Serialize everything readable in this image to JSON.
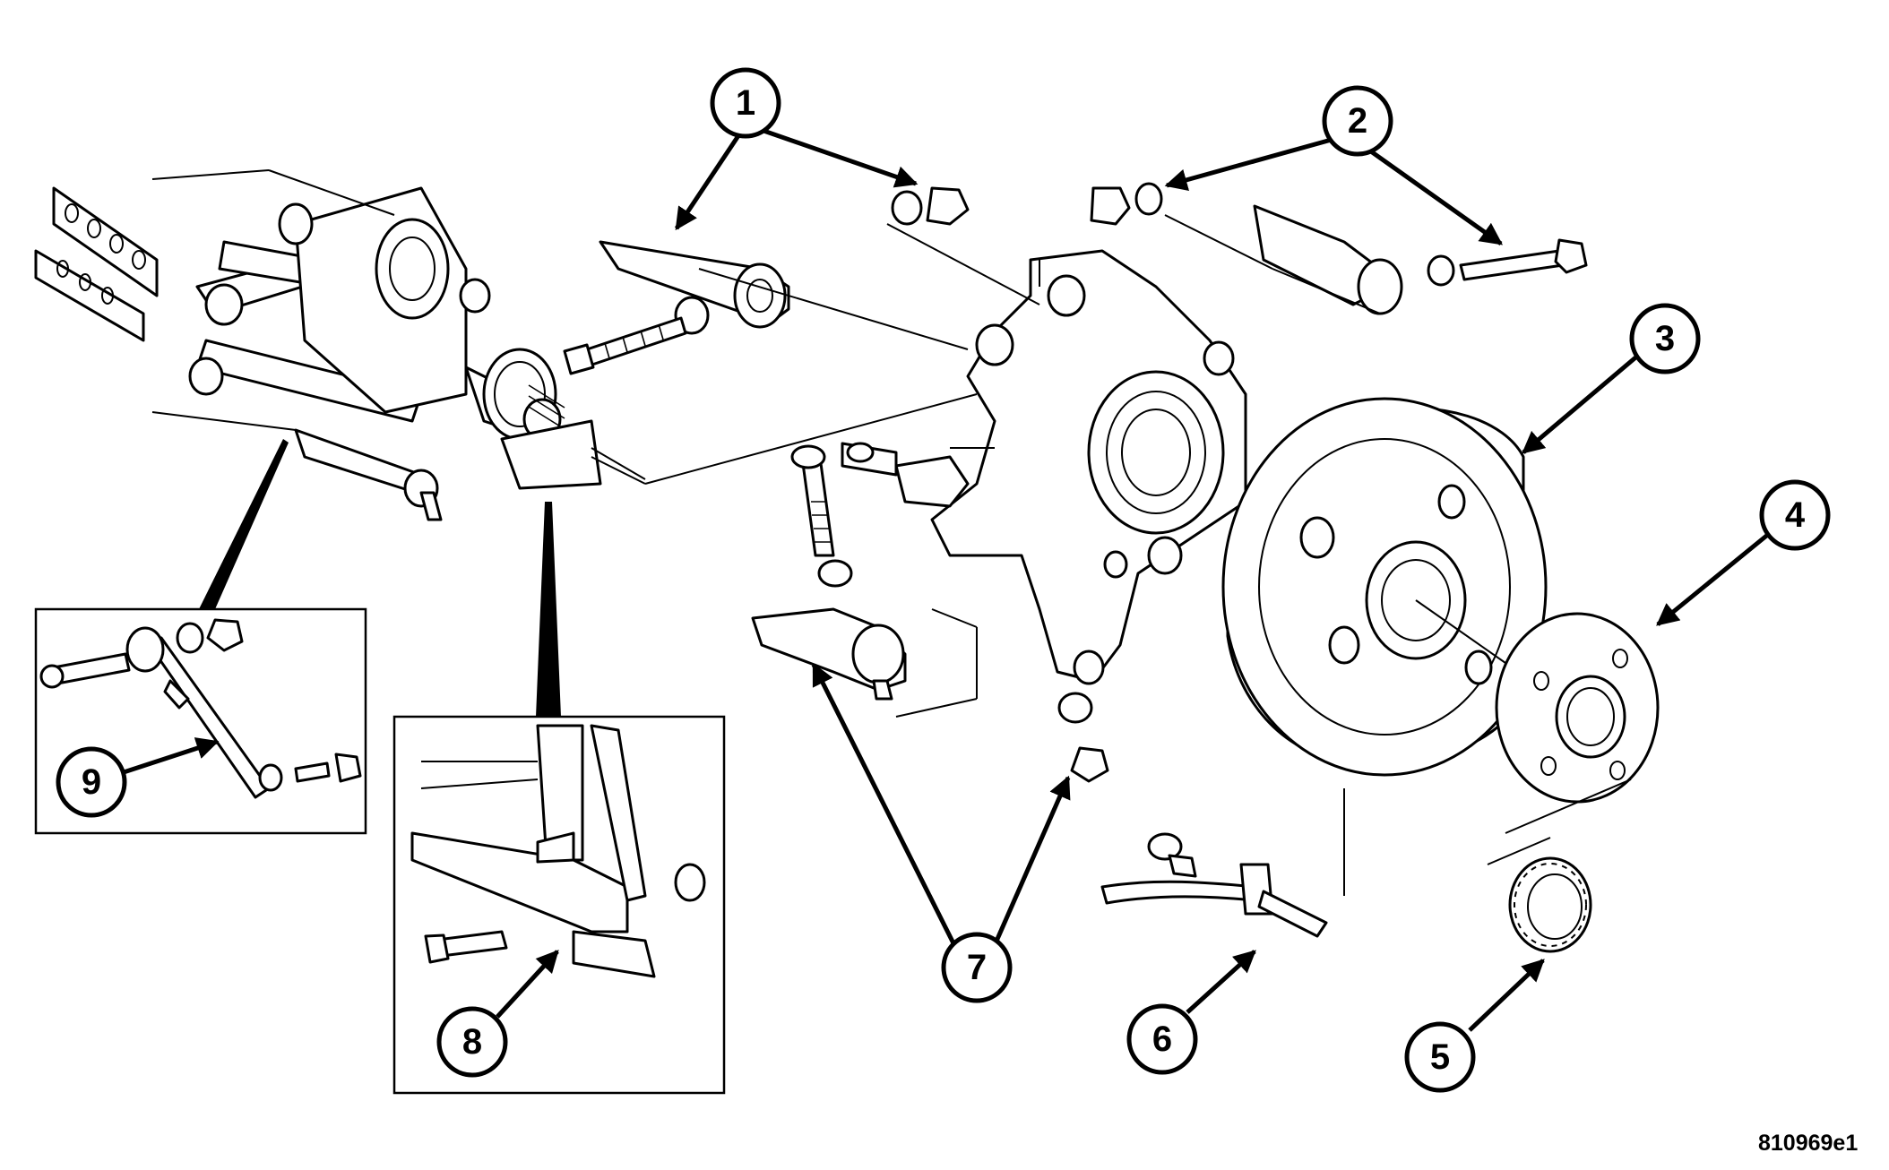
{
  "figure_code": "810969e1",
  "callouts": [
    {
      "number": "1"
    },
    {
      "number": "2"
    },
    {
      "number": "3"
    },
    {
      "number": "4"
    },
    {
      "number": "5"
    },
    {
      "number": "6"
    },
    {
      "number": "7"
    },
    {
      "number": "8"
    },
    {
      "number": "9"
    }
  ]
}
